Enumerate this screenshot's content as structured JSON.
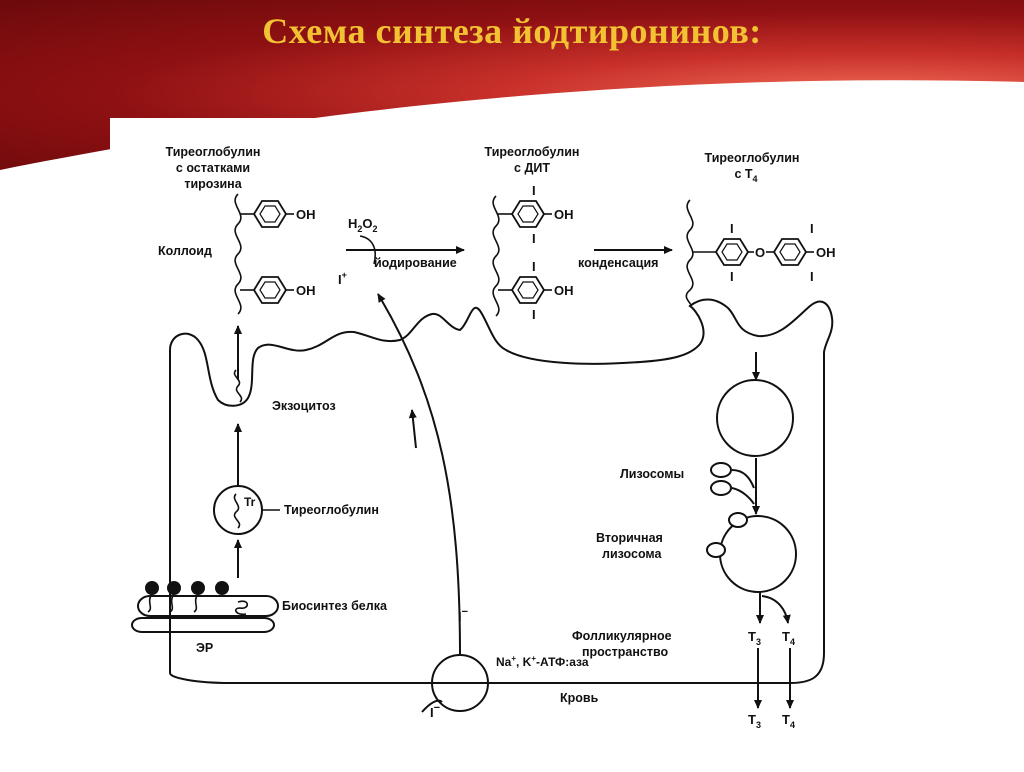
{
  "title": "Схема синтеза йодтиронинов:",
  "labels": {
    "tg_tyrosine_1": "Тиреоглобулин",
    "tg_tyrosine_2": "с остатками",
    "tg_tyrosine_3": "тирозина",
    "tg_dit_1": "Тиреоглобулин",
    "tg_dit_2": "с ДИТ",
    "tg_t4_1": "Тиреоглобулин",
    "tg_t4_2": "с Т",
    "tg_t4_sub": "4",
    "colloid": "Коллоид",
    "h2o2": "H",
    "h2o2_sub1": "2",
    "h2o2_o": "O",
    "h2o2_sub2": "2",
    "iodination": "йодирование",
    "condensation": "конденсация",
    "i_plus": "I",
    "i_plus_sup": "+",
    "oh": "OH",
    "o_bridge": "O",
    "iodine": "I",
    "exocytosis": "Экзоцитоз",
    "thyroglobulin": "Тиреоглобулин",
    "tr": "Tr",
    "protein_biosynthesis": "Биосинтез белка",
    "er": "ЭР",
    "lysosomes": "Лизосомы",
    "secondary_lysosome_1": "Вторичная",
    "secondary_lysosome_2": "лизосома",
    "follicular_space_1": "Фолликулярное",
    "follicular_space_2": "пространство",
    "pump_na": "Na",
    "pump_k": ", K",
    "pump_atp": "-АТФ:аза",
    "plus": "+",
    "blood": "Кровь",
    "i_minus": "I",
    "minus": "−",
    "t3": "T",
    "t3_sub": "3",
    "t4": "T",
    "t4_sub": "4"
  },
  "colors": {
    "header_dark": "#6b0a0c",
    "header_light": "#f06a55",
    "title": "#f2c233",
    "ink": "#111111"
  }
}
